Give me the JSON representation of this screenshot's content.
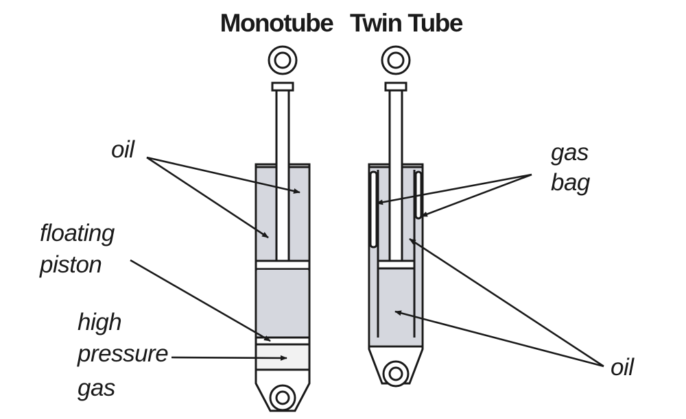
{
  "titles": {
    "monotube": "Monotube",
    "twin_tube": "Twin Tube"
  },
  "labels": {
    "oil_left": "oil",
    "floating_piston_1": "floating",
    "floating_piston_2": "piston",
    "high_pressure_gas_1": "high",
    "high_pressure_gas_2": "pressure",
    "high_pressure_gas_3": "gas",
    "gas_bag_1": "gas",
    "gas_bag_2": "bag",
    "oil_right": "oil"
  },
  "colors": {
    "oil_fill": "#d5d7de",
    "gas_fill": "#f2f2f2",
    "line": "#1a1a1a"
  }
}
